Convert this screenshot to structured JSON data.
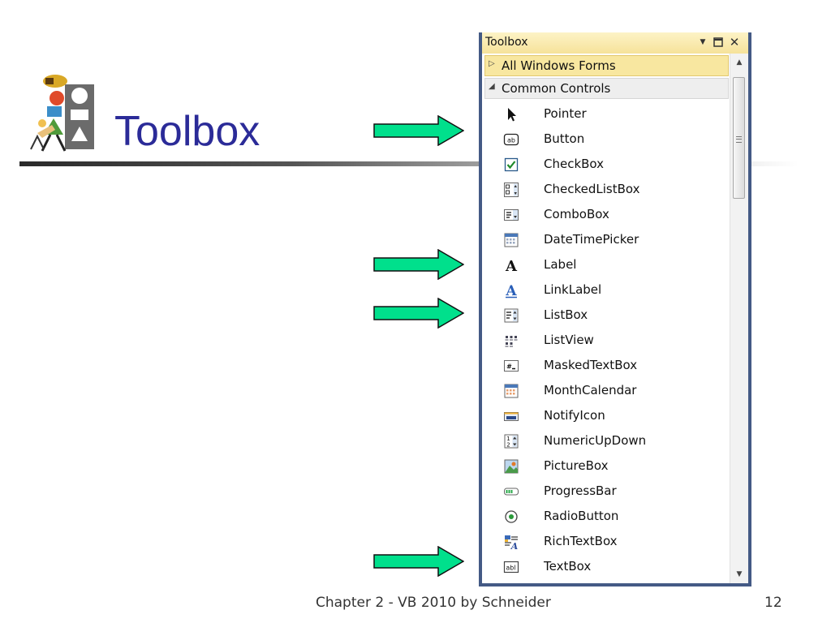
{
  "slide": {
    "title": "Toolbox",
    "footer": "Chapter 2 - VB 2010 by Schneider",
    "page_number": "12"
  },
  "colors": {
    "title": "#2b2b98",
    "arrow_fill": "#00e08c",
    "window_border": "#445a85",
    "header_bg": "#f6e29a"
  },
  "toolbox": {
    "title": "Toolbox",
    "header_buttons": [
      "dropdown-icon",
      "maximize-icon",
      "close-icon"
    ],
    "groups": [
      {
        "label": "All Windows Forms",
        "expanded": false
      },
      {
        "label": "Common Controls",
        "expanded": true
      }
    ],
    "items": [
      {
        "label": "Pointer",
        "icon": "pointer-icon"
      },
      {
        "label": "Button",
        "icon": "button-icon"
      },
      {
        "label": "CheckBox",
        "icon": "checkbox-icon"
      },
      {
        "label": "CheckedListBox",
        "icon": "checkedlistbox-icon"
      },
      {
        "label": "ComboBox",
        "icon": "combobox-icon"
      },
      {
        "label": "DateTimePicker",
        "icon": "datetimepicker-icon"
      },
      {
        "label": "Label",
        "icon": "label-icon"
      },
      {
        "label": "LinkLabel",
        "icon": "linklabel-icon"
      },
      {
        "label": "ListBox",
        "icon": "listbox-icon"
      },
      {
        "label": "ListView",
        "icon": "listview-icon"
      },
      {
        "label": "MaskedTextBox",
        "icon": "maskedtextbox-icon"
      },
      {
        "label": "MonthCalendar",
        "icon": "monthcalendar-icon"
      },
      {
        "label": "NotifyIcon",
        "icon": "notifyicon-icon"
      },
      {
        "label": "NumericUpDown",
        "icon": "numericupdown-icon"
      },
      {
        "label": "PictureBox",
        "icon": "picturebox-icon"
      },
      {
        "label": "ProgressBar",
        "icon": "progressbar-icon"
      },
      {
        "label": "RadioButton",
        "icon": "radiobutton-icon"
      },
      {
        "label": "RichTextBox",
        "icon": "richtextbox-icon"
      },
      {
        "label": "TextBox",
        "icon": "textbox-icon"
      }
    ],
    "highlighted_items": [
      "Button",
      "Label",
      "ListBox",
      "TextBox"
    ]
  }
}
